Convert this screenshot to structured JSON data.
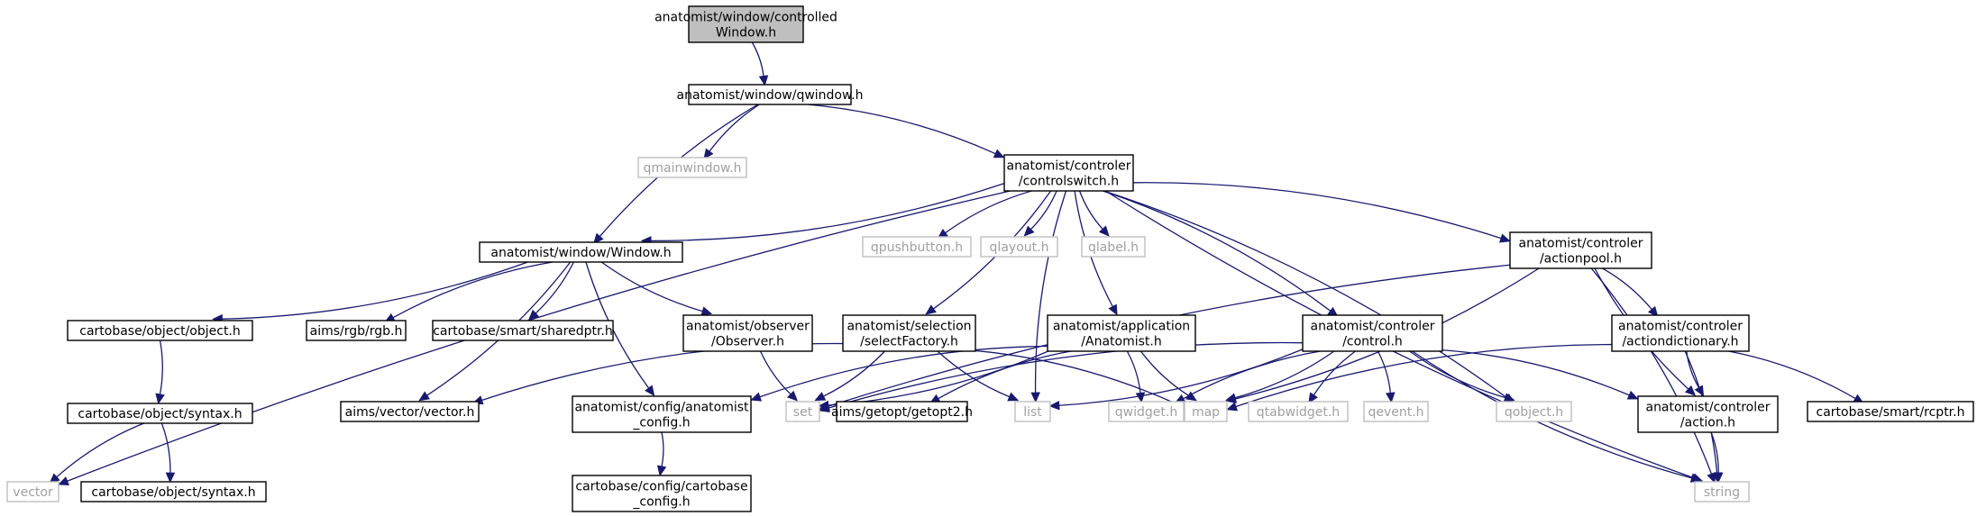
{
  "colors": {
    "edge": "#191970",
    "focus_fill": "#bfbfbf",
    "external_border": "#bfbfbf",
    "external_text": "#a0a0a0"
  },
  "nodes": [
    {
      "id": "controlledWindow",
      "lines": [
        "anatomist/window/controlled",
        "Window.h"
      ],
      "kind": "focus"
    },
    {
      "id": "qwindow",
      "lines": [
        "anatomist/window/qwindow.h"
      ],
      "kind": "local"
    },
    {
      "id": "qmainwindow",
      "lines": [
        "qmainwindow.h"
      ],
      "kind": "external"
    },
    {
      "id": "controlswitch",
      "lines": [
        "anatomist/controler",
        "/controlswitch.h"
      ],
      "kind": "local"
    },
    {
      "id": "windowH",
      "lines": [
        "anatomist/window/Window.h"
      ],
      "kind": "local"
    },
    {
      "id": "qpushbutton",
      "lines": [
        "qpushbutton.h"
      ],
      "kind": "external"
    },
    {
      "id": "qlayout",
      "lines": [
        "qlayout.h"
      ],
      "kind": "external"
    },
    {
      "id": "qlabel",
      "lines": [
        "qlabel.h"
      ],
      "kind": "external"
    },
    {
      "id": "actionpool",
      "lines": [
        "anatomist/controler",
        "/actionpool.h"
      ],
      "kind": "local"
    },
    {
      "id": "objectH",
      "lines": [
        "cartobase/object/object.h"
      ],
      "kind": "local"
    },
    {
      "id": "rgb",
      "lines": [
        "aims/rgb/rgb.h"
      ],
      "kind": "local"
    },
    {
      "id": "sharedptr",
      "lines": [
        "cartobase/smart/sharedptr.h"
      ],
      "kind": "local"
    },
    {
      "id": "observer",
      "lines": [
        "anatomist/observer",
        "/Observer.h"
      ],
      "kind": "local"
    },
    {
      "id": "selectFactory",
      "lines": [
        "anatomist/selection",
        "/selectFactory.h"
      ],
      "kind": "local"
    },
    {
      "id": "anatomistApp",
      "lines": [
        "anatomist/application",
        "/Anatomist.h"
      ],
      "kind": "local"
    },
    {
      "id": "control",
      "lines": [
        "anatomist/controler",
        "/control.h"
      ],
      "kind": "local"
    },
    {
      "id": "actiondictionary",
      "lines": [
        "anatomist/controler",
        "/actiondictionary.h"
      ],
      "kind": "local"
    },
    {
      "id": "syntaxH",
      "lines": [
        "cartobase/object/syntax.h"
      ],
      "kind": "local"
    },
    {
      "id": "vectorH",
      "lines": [
        "aims/vector/vector.h"
      ],
      "kind": "local"
    },
    {
      "id": "anatomistConfig",
      "lines": [
        "anatomist/config/anatomist",
        "_config.h"
      ],
      "kind": "local"
    },
    {
      "id": "set",
      "lines": [
        "set"
      ],
      "kind": "external"
    },
    {
      "id": "getopt",
      "lines": [
        "aims/getopt/getopt2.h"
      ],
      "kind": "local"
    },
    {
      "id": "list",
      "lines": [
        "list"
      ],
      "kind": "external"
    },
    {
      "id": "qwidget",
      "lines": [
        "qwidget.h"
      ],
      "kind": "external"
    },
    {
      "id": "map",
      "lines": [
        "map"
      ],
      "kind": "external"
    },
    {
      "id": "qtabwidget",
      "lines": [
        "qtabwidget.h"
      ],
      "kind": "external"
    },
    {
      "id": "qevent",
      "lines": [
        "qevent.h"
      ],
      "kind": "external"
    },
    {
      "id": "qobject",
      "lines": [
        "qobject.h"
      ],
      "kind": "external"
    },
    {
      "id": "actionH",
      "lines": [
        "anatomist/controler",
        "/action.h"
      ],
      "kind": "local"
    },
    {
      "id": "rcptr",
      "lines": [
        "cartobase/smart/rcptr.h"
      ],
      "kind": "local"
    },
    {
      "id": "vector",
      "lines": [
        "vector"
      ],
      "kind": "external"
    },
    {
      "id": "syntaxH2",
      "lines": [
        "cartobase/object/syntax.h"
      ],
      "kind": "local"
    },
    {
      "id": "cartobaseConfig",
      "lines": [
        "cartobase/config/cartobase",
        "_config.h"
      ],
      "kind": "local"
    },
    {
      "id": "string",
      "lines": [
        "string"
      ],
      "kind": "external"
    }
  ],
  "edges": [
    {
      "from": "controlledWindow",
      "to": "qwindow"
    },
    {
      "from": "qwindow",
      "to": "qmainwindow"
    },
    {
      "from": "qwindow",
      "to": "controlswitch"
    },
    {
      "from": "qwindow",
      "to": "windowH"
    },
    {
      "from": "controlswitch",
      "to": "windowH"
    },
    {
      "from": "controlswitch",
      "to": "qpushbutton"
    },
    {
      "from": "controlswitch",
      "to": "qlayout"
    },
    {
      "from": "controlswitch",
      "to": "qlabel"
    },
    {
      "from": "controlswitch",
      "to": "actionpool"
    },
    {
      "from": "controlswitch",
      "to": "vector"
    },
    {
      "from": "controlswitch",
      "to": "selectFactory"
    },
    {
      "from": "controlswitch",
      "to": "anatomistApp"
    },
    {
      "from": "controlswitch",
      "to": "control"
    },
    {
      "from": "controlswitch",
      "to": "list"
    },
    {
      "from": "controlswitch",
      "to": "qobject"
    },
    {
      "from": "controlswitch",
      "to": "string"
    },
    {
      "from": "windowH",
      "to": "objectH"
    },
    {
      "from": "windowH",
      "to": "rgb"
    },
    {
      "from": "windowH",
      "to": "sharedptr"
    },
    {
      "from": "windowH",
      "to": "observer"
    },
    {
      "from": "windowH",
      "to": "vectorH"
    },
    {
      "from": "windowH",
      "to": "anatomistConfig"
    },
    {
      "from": "objectH",
      "to": "syntaxH"
    },
    {
      "from": "syntaxH",
      "to": "vector"
    },
    {
      "from": "syntaxH",
      "to": "syntaxH2"
    },
    {
      "from": "observer",
      "to": "set"
    },
    {
      "from": "anatomistConfig",
      "to": "cartobaseConfig"
    },
    {
      "from": "selectFactory",
      "to": "vectorH"
    },
    {
      "from": "selectFactory",
      "to": "set"
    },
    {
      "from": "selectFactory",
      "to": "list"
    },
    {
      "from": "selectFactory",
      "to": "map"
    },
    {
      "from": "anatomistApp",
      "to": "anatomistConfig"
    },
    {
      "from": "anatomistApp",
      "to": "set"
    },
    {
      "from": "anatomistApp",
      "to": "getopt"
    },
    {
      "from": "anatomistApp",
      "to": "qwidget"
    },
    {
      "from": "anatomistApp",
      "to": "map"
    },
    {
      "from": "actionpool",
      "to": "actiondictionary"
    },
    {
      "from": "actionpool",
      "to": "actionH"
    },
    {
      "from": "actionpool",
      "to": "map"
    },
    {
      "from": "actionpool",
      "to": "set"
    },
    {
      "from": "actionpool",
      "to": "string"
    },
    {
      "from": "actiondictionary",
      "to": "actionH"
    },
    {
      "from": "actiondictionary",
      "to": "rcptr"
    },
    {
      "from": "actiondictionary",
      "to": "map"
    },
    {
      "from": "actiondictionary",
      "to": "string"
    },
    {
      "from": "control",
      "to": "set"
    },
    {
      "from": "control",
      "to": "list"
    },
    {
      "from": "control",
      "to": "qwidget"
    },
    {
      "from": "control",
      "to": "map"
    },
    {
      "from": "control",
      "to": "qtabwidget"
    },
    {
      "from": "control",
      "to": "qevent"
    },
    {
      "from": "control",
      "to": "qobject"
    },
    {
      "from": "control",
      "to": "actionH"
    },
    {
      "from": "control",
      "to": "string"
    },
    {
      "from": "actionH",
      "to": "string"
    }
  ]
}
